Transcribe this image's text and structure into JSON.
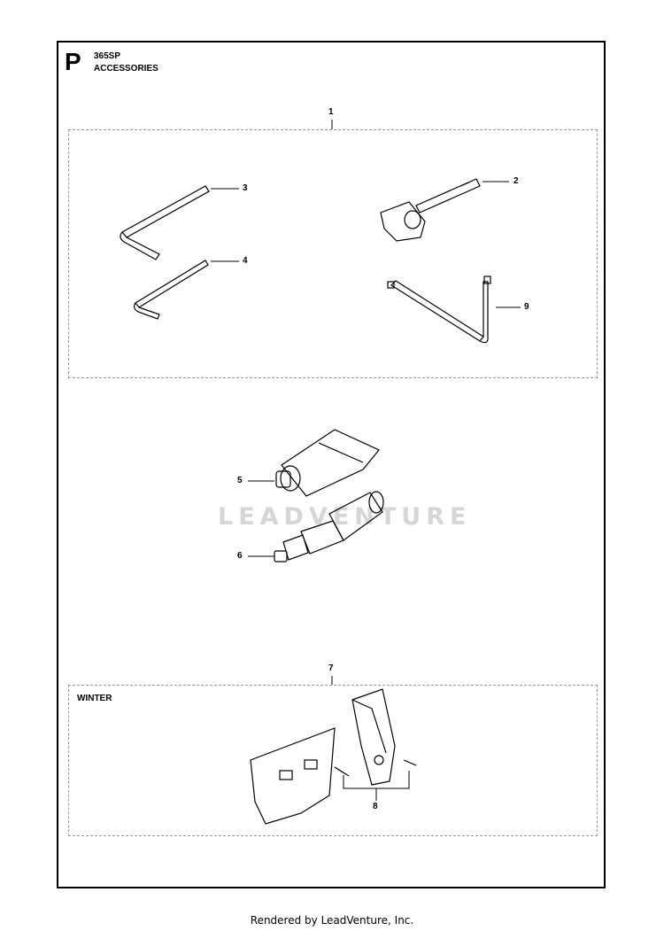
{
  "header": {
    "section_letter": "P",
    "model": "365SP",
    "title": "ACCESSORIES"
  },
  "groups": {
    "winter_label": "WINTER"
  },
  "callouts": [
    "1",
    "2",
    "3",
    "4",
    "5",
    "6",
    "7",
    "8",
    "9"
  ],
  "watermark": "LEADVENTURE",
  "footer": "Rendered by LeadVenture, Inc."
}
